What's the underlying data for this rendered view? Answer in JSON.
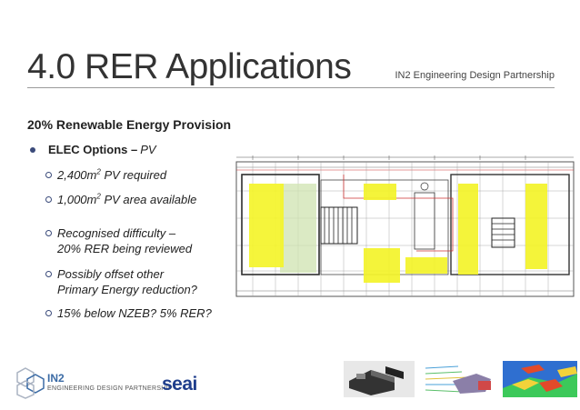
{
  "header": {
    "title": "4.0  RER Applications",
    "company": "IN2 Engineering Design Partnership"
  },
  "content": {
    "subtitle": "20% Renewable Energy Provision",
    "bullet": {
      "strong": "ELEC Options – ",
      "italic": "PV"
    },
    "items": [
      {
        "pre": "2,400m",
        "sup": "2",
        "post": " PV required"
      },
      {
        "pre": "1,000m",
        "sup": "2",
        "post": " PV area available"
      },
      {
        "line1": "Recognised difficulty –",
        "line2": "20% RER being reviewed"
      },
      {
        "line1": "Possibly offset other",
        "line2": "Primary Energy reduction?"
      },
      {
        "line1": "15% below NZEB? 5% RER?"
      }
    ]
  },
  "footer": {
    "logo_in2": "IN2",
    "logo_sub": "ENGINEERING DESIGN PARTNERSHIP",
    "logo_seai": "seai"
  },
  "colors": {
    "pv_highlight": "#f4f42a",
    "bullet": "#3a4a7a",
    "in2_blue": "#3b6ba5",
    "seai_blue": "#1f3e8c"
  }
}
